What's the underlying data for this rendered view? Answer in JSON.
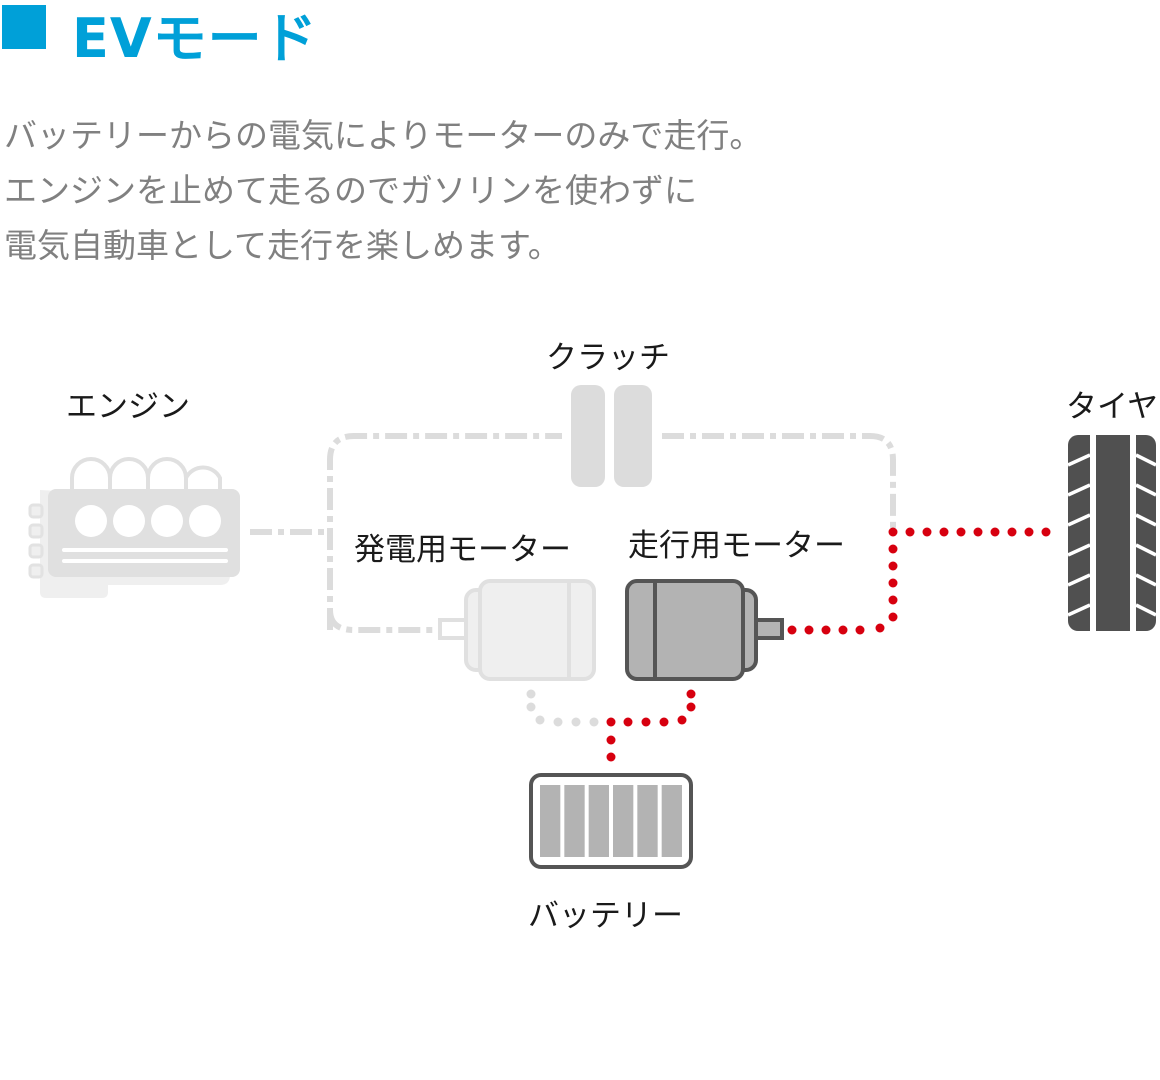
{
  "header": {
    "title": "EVモード",
    "accent_color": "#00a0d8"
  },
  "description": {
    "lines": [
      "バッテリーからの電気によりモーターのみで走行。",
      "エンジンを止めて走るのでガソリンを使わずに",
      "電気自動車として走行を楽しめます。"
    ]
  },
  "diagram": {
    "labels": {
      "engine": "エンジン",
      "clutch": "クラッチ",
      "generator_motor": "発電用モーター",
      "drive_motor": "走行用モーター",
      "tire": "タイヤ",
      "battery": "バッテリー"
    },
    "components": [
      {
        "id": "engine",
        "icon": "engine-icon",
        "state": "inactive"
      },
      {
        "id": "clutch",
        "icon": "clutch-icon",
        "state": "inactive"
      },
      {
        "id": "generator_motor",
        "icon": "motor-icon",
        "state": "inactive"
      },
      {
        "id": "drive_motor",
        "icon": "motor-icon",
        "state": "active"
      },
      {
        "id": "tire",
        "icon": "tire-icon",
        "state": "active"
      },
      {
        "id": "battery",
        "icon": "battery-icon",
        "state": "active",
        "cells": 6
      }
    ],
    "flows": [
      {
        "from": "battery",
        "to": "drive_motor",
        "style": "dotted",
        "state": "active"
      },
      {
        "from": "drive_motor",
        "to": "tire",
        "style": "dotted",
        "state": "active"
      },
      {
        "from": "battery",
        "to": "generator_motor",
        "style": "dotted",
        "state": "inactive"
      },
      {
        "from": "engine",
        "to": "generator_motor",
        "style": "dash-dot",
        "state": "inactive"
      },
      {
        "from": "engine",
        "to": "tire",
        "via": "clutch",
        "style": "dash-dot",
        "state": "inactive"
      }
    ],
    "colors": {
      "active_flow": "#d7000f",
      "inactive_flow": "#dcdcdc",
      "inactive_fill": "#e0e0e0",
      "active_motor_fill": "#b3b3b3",
      "active_stroke": "#555555",
      "tire_fill": "#505050"
    }
  }
}
